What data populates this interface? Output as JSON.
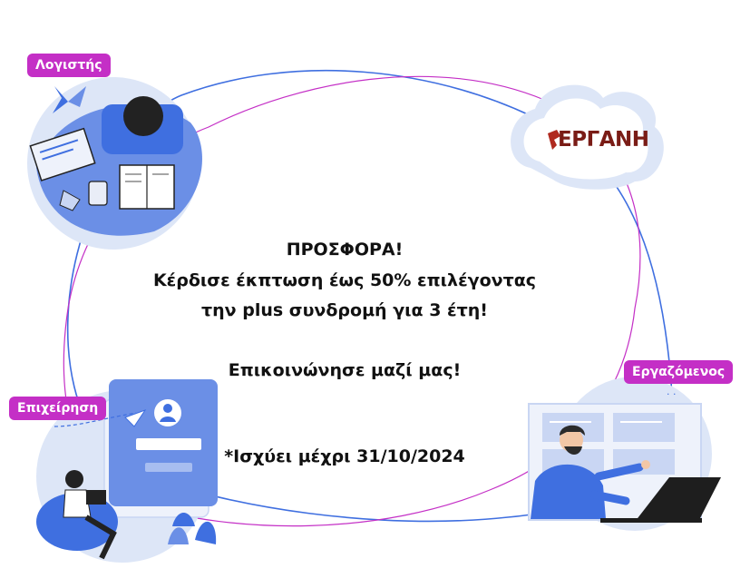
{
  "tags": {
    "accountant": "Λογιστής",
    "business": "Επιχείρηση",
    "employee": "Εργαζόμενος"
  },
  "logo": {
    "text": "ΕΡΓΑΝΗ"
  },
  "offer": {
    "headline": "ΠΡΟΣΦΟΡΑ!",
    "line1": "Κέρδισε έκπτωση έως 50% επιλέγοντας",
    "line2": "την plus συνδρομή για 3 έτη!",
    "contact": "Επικοινώνησε μαζί μας!",
    "validity": "*Ισχύει μέχρι 31/10/2024"
  },
  "colors": {
    "accent_magenta": "#c42fc6",
    "accent_blue": "#3f6fe0",
    "light_blue": "#dde6f7",
    "logo_red": "#7a1c16"
  }
}
